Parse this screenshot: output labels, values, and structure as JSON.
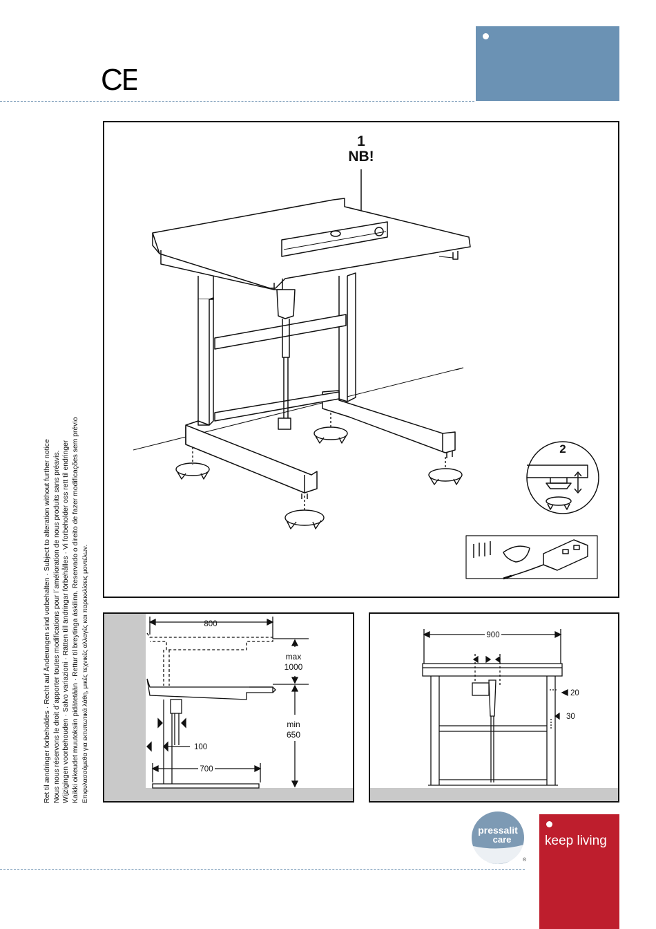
{
  "header": {
    "ce_mark": "CE"
  },
  "legal_notice": {
    "lines": [
      "Ret til ændringer forbeholdes · Recht auf Änderungen sind vorbehalten · Subject to alteration without further notice",
      "Nous nous réservons le droit d´apporter toutes modifications pour l´amélioration de nous produits sans préavis.",
      "Wijzigingen voorbehouden · Salvo variazioni · Rätten till ändringar förbehålles · Vi forbeholder oss rett til endringer",
      "Kaikki oikeudet muutoksiin pidätetään · Rettur til breytinga áskilinn. Reservado o direito de fazer modificações sem prévio",
      "Επιφυλασσόμεθα για εκτυπωτικά λάθη, μικές τεχνικές αλλαγές και παρεκκλίσεις μοντέλων."
    ]
  },
  "main_figure": {
    "step1_number": "1",
    "step1_note": "NB!",
    "step2_number": "2"
  },
  "side_dimensions": {
    "top_width": "800",
    "max_label": "max",
    "max_value": "1000",
    "min_label": "min",
    "min_value": "650",
    "offset": "100",
    "base_width": "700"
  },
  "front_dimensions": {
    "width": "900",
    "edge_gap": "20",
    "leg_gap": "30"
  },
  "footer": {
    "logo_line1": "pressalit",
    "logo_line2": "care",
    "logo_mark": "®",
    "slogan": "keep living"
  },
  "colors": {
    "blue_accent": "#6b92b4",
    "red_accent": "#be1e2d",
    "panel_grey": "#c9c9c9"
  }
}
